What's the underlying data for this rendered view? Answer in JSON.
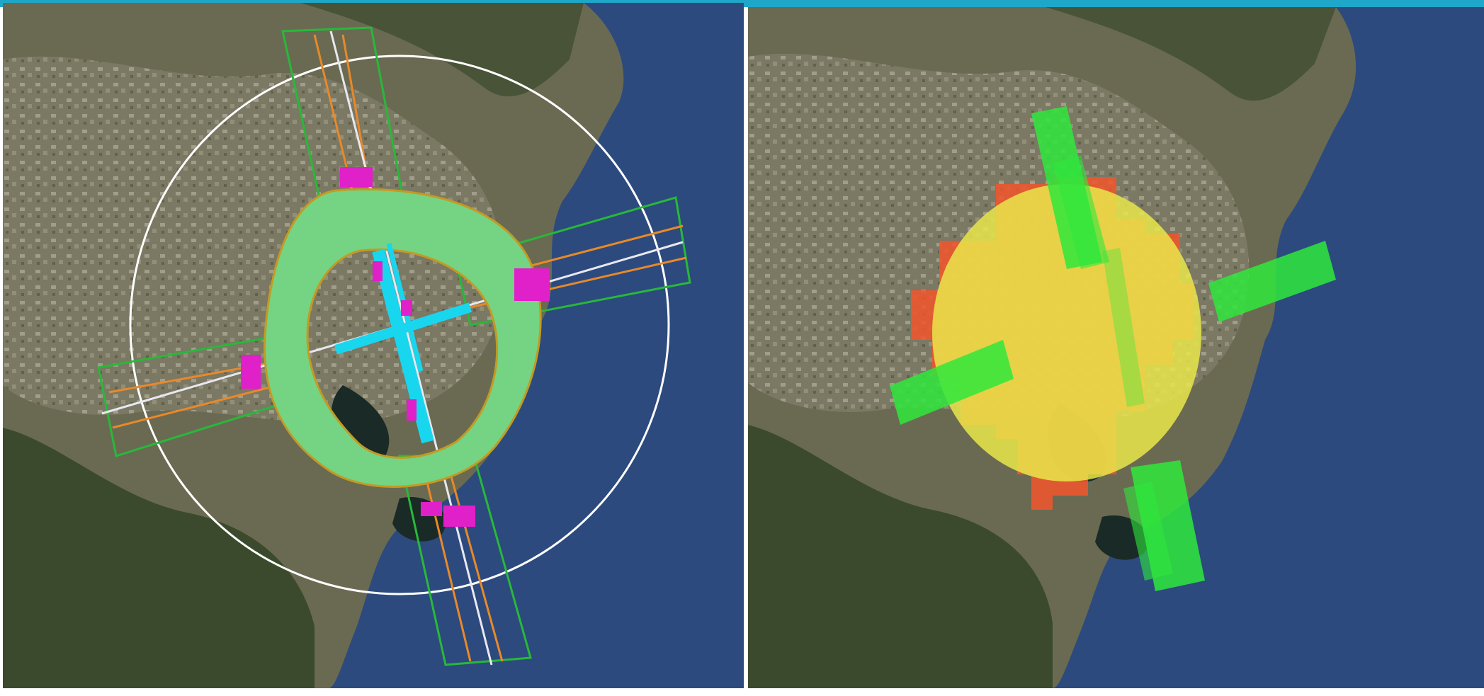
{
  "colors": {
    "accent": "#1fa7c9",
    "ocean": "#2c4a7e",
    "ocean_deep": "#223c6c",
    "land": "#6a6a52",
    "land_dark": "#3b4a2c",
    "urban": "#8f8c7a",
    "shoreline": "#1a2a26",
    "circle": "#ffffff",
    "ring_fill": "#74d483",
    "ring_edge": "#c49a22",
    "corridor_outline": "#28b83a",
    "corridor_lines": "#e8892a",
    "runway_center": "#e8e8f0",
    "threshold": "#e020c8",
    "cross_runway": "#19d6ef",
    "zone_red": "#f2552c",
    "zone_yellow": "#e9e64a",
    "corridor_green": "#2fe83c"
  },
  "left_panel": {
    "overlays": [
      "range-circle",
      "green-ring",
      "approach-corridors",
      "threshold-markers",
      "cross-runways"
    ]
  },
  "right_panel": {
    "overlays": [
      "red-zone",
      "yellow-disc",
      "green-corridors"
    ]
  }
}
